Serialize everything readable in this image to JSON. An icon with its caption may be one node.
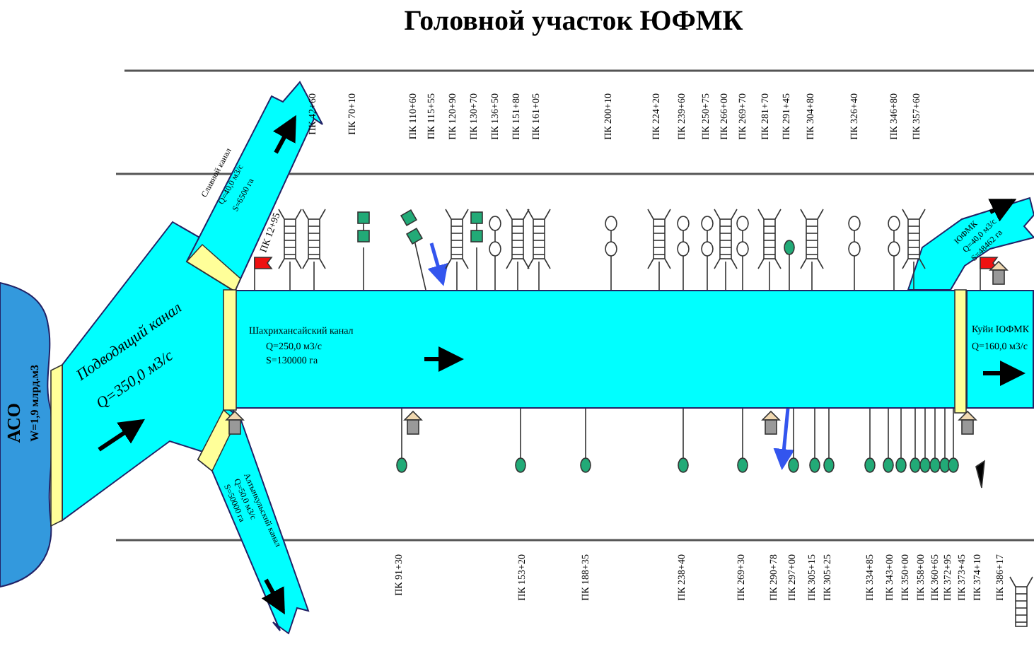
{
  "diagram": {
    "title": "Головной участок ЮФМК",
    "nodes": [
      {
        "text": [
          "АСО",
          "W=1,9 млрд.м3"
        ]
      },
      {
        "text": [
          "Подводящий канал",
          "Q=350,0 м3/с"
        ]
      },
      {
        "text": [
          "Сливной канал",
          "Q=40,0 м3/с",
          "S=6500 га"
        ]
      },
      {
        "text": [
          "Алтынкульский канал",
          "Q=50,0 м3/с",
          "S=50000 га"
        ]
      },
      {
        "text": [
          "Шахрихансайский канал",
          "Q=250,0 м3/с",
          "S=130000 га"
        ]
      },
      {
        "text": [
          "ЮФМК",
          "Q=40,0 м3/с",
          "S=48462 га"
        ]
      },
      {
        "text": [
          "Куйи ЮФМК",
          "Q=160,0 м3/с"
        ]
      }
    ],
    "labels": [
      "ПК 42+60",
      "ПК 70+10",
      "ПК 110+60",
      "ПК 115+55",
      "ПК 120+90",
      "ПК 130+70",
      "ПК 136+50",
      "ПК 151+80",
      "ПК 161+05",
      "ПК 200+10",
      "ПК 224+20",
      "ПК 239+60",
      "ПК 250+75",
      "ПК 266+00",
      "ПК 269+70",
      "ПК 281+70",
      "ПК 291+45",
      "ПК 304+80",
      "ПК 326+40",
      "ПК 346+80",
      "ПК 357+60",
      "ПК 12+95",
      "ПК 91+30",
      "ПК 153+20",
      "ПК 188+35",
      "ПК 238+40",
      "ПК 269+30",
      "ПК 290+78",
      "ПК 297+00",
      "ПК 305+15",
      "ПК 305+25",
      "ПК 334+85",
      "ПК 343+00",
      "ПК 350+00",
      "ПК 358+00",
      "ПК 360+65",
      "ПК 372+95",
      "ПК 373+45",
      "ПК 374+10",
      "ПК 386+17"
    ]
  }
}
